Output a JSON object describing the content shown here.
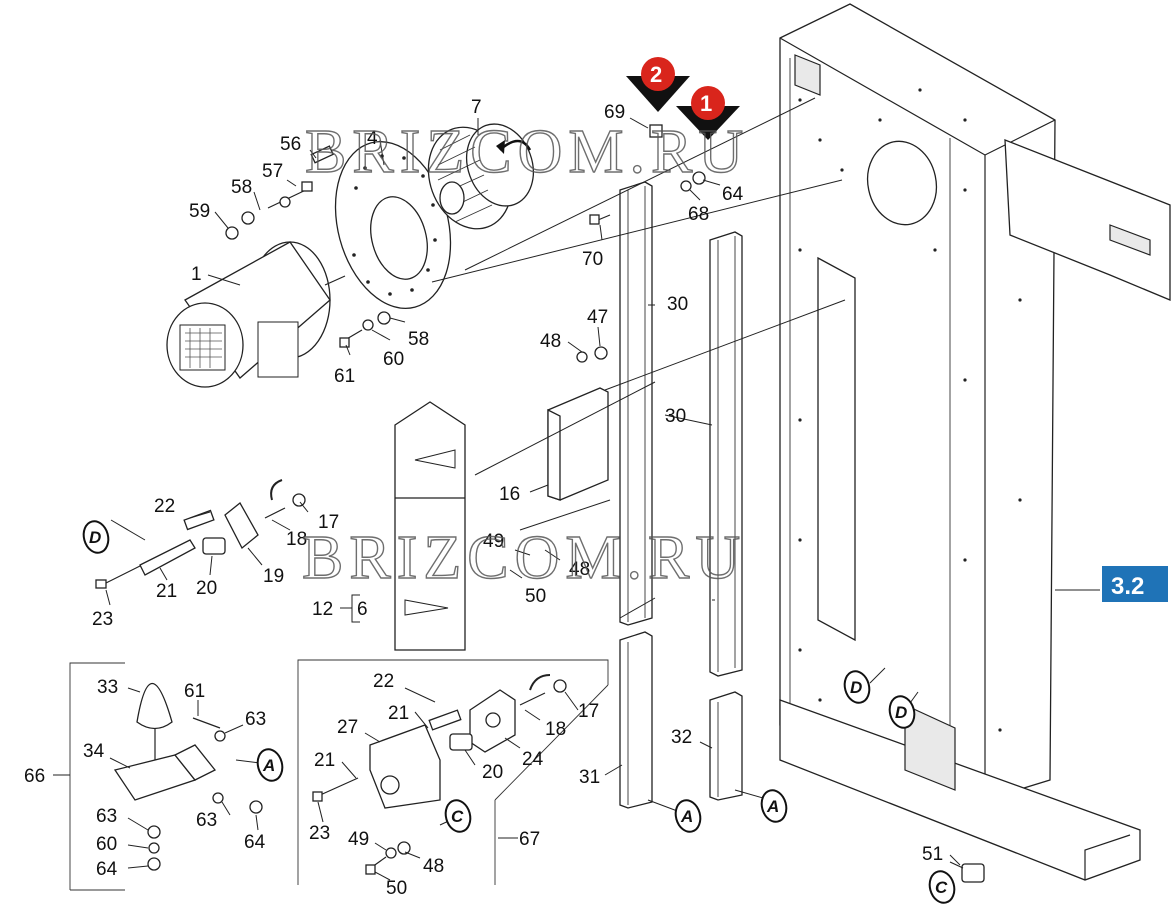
{
  "watermark": {
    "top": "BRIZCOM.RU",
    "middle": "BRIZCOM.RU"
  },
  "reference": {
    "label": "3.2",
    "color": "#1f73b7"
  },
  "markers": [
    {
      "num": "2",
      "color": "#d9251c"
    },
    {
      "num": "1",
      "color": "#d9251c"
    }
  ],
  "parts": {
    "p1": "1",
    "p4": "4",
    "p7": "7",
    "p56": "56",
    "p57": "57",
    "p58a": "58",
    "p59": "59",
    "p58b": "58",
    "p60a": "60",
    "p61a": "61",
    "p69": "69",
    "p68": "68",
    "p64a": "64",
    "p70": "70",
    "p30a": "30",
    "p30b": "30",
    "p47": "47",
    "p48a": "48",
    "p16": "16",
    "p22a": "22",
    "p17a": "17",
    "p18a": "18",
    "p19": "19",
    "p20a": "20",
    "p21a": "21",
    "p23a": "23",
    "p49a": "49",
    "p48b": "48",
    "p50a": "50",
    "p12": "12",
    "p6": "6",
    "p33": "33",
    "p61b": "61",
    "p63a": "63",
    "p34": "34",
    "p66": "66",
    "p63b": "63",
    "p63c": "63",
    "p60b": "60",
    "p64b": "64",
    "p64c": "64",
    "p22b": "22",
    "p17b": "17",
    "p27": "27",
    "p21b": "21",
    "p18b": "18",
    "p24": "24",
    "p21c": "21",
    "p20b": "20",
    "p23b": "23",
    "p49b": "49",
    "p48c": "48",
    "p50b": "50",
    "p67": "67",
    "p31": "31",
    "p32": "32",
    "p51": "51"
  },
  "connectors": {
    "D1": "D",
    "D2": "D",
    "D3": "D",
    "A1": "A",
    "A2": "A",
    "A3": "A",
    "C1": "C",
    "C2": "C"
  }
}
